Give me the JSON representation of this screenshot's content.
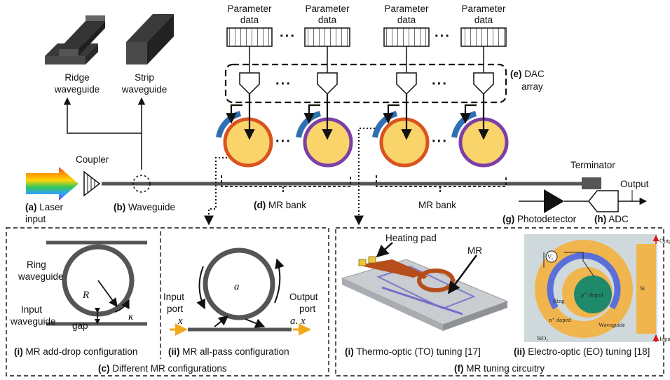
{
  "parameter_label_line1": "Parameter",
  "parameter_label_line2": "data",
  "ellipsis": "···",
  "dac": {
    "tag": "(e)",
    "line1": "DAC",
    "line2": "array"
  },
  "ridge": {
    "line1": "Ridge",
    "line2": "waveguide"
  },
  "strip": {
    "line1": "Strip",
    "line2": "waveguide"
  },
  "coupler": "Coupler",
  "terminator": "Terminator",
  "output": "Output",
  "laser": {
    "tag": "(a)",
    "line1": "Laser",
    "line2": "input"
  },
  "waveguide": {
    "tag": "(b)",
    "text": "Waveguide"
  },
  "mr_bank_d": {
    "tag": "(d)",
    "text": "MR bank"
  },
  "mr_bank_2": "MR bank",
  "photodetector": {
    "tag": "(g)",
    "text": "Photodetector"
  },
  "adc": {
    "tag": "(h)",
    "text": "ADC"
  },
  "panel_c": {
    "ring_wg_line1": "Ring",
    "ring_wg_line2": "waveguide",
    "input_wg_line1": "Input",
    "input_wg_line2": "waveguide",
    "R": "R",
    "gap": "gap",
    "kappa": "κ",
    "a": "a",
    "input_port_line1": "Input",
    "input_port_line2": "port",
    "output_port_line1": "Output",
    "output_port_line2": "port",
    "x": "x",
    "ax": "a. x",
    "cap_i_tag": "(i)",
    "cap_i": "MR add-drop configuration",
    "cap_ii_tag": "(ii)",
    "cap_ii": "MR all-pass configuration",
    "title_tag": "(c)",
    "title": "Different MR configurations"
  },
  "panel_f": {
    "heating_pad": "Heating pad",
    "mr": "MR",
    "output": "Output",
    "input": "Input",
    "vi": "V",
    "vi_sub": "i",
    "p_doped": "p⁺ doped",
    "n_doped": "n⁺ doped",
    "ring": "Ring",
    "waveguide": "Waveguide",
    "si": "Si",
    "sio2": "SiO₂",
    "cap_i_tag": "(i)",
    "cap_i": "Thermo-optic (TO) tuning [17]",
    "cap_ii_tag": "(ii)",
    "cap_ii": "Electro-optic (EO) tuning [18]",
    "title_tag": "(f)",
    "title": "MR tuning circuitry"
  },
  "colors": {
    "waveguide": "#555555",
    "ring_orange": "#d9531e",
    "ring_purple": "#7b3fa6",
    "ring_fill": "#f9d46b",
    "heater_blue": "#2f6fb3",
    "arrow_orange": "#f2a81b",
    "eo_background": "#cfd9dc",
    "eo_gold": "#f1b54d",
    "eo_blue": "#5a6fd8",
    "eo_green": "#1f8a6a",
    "to_red": "#b64e1c"
  }
}
